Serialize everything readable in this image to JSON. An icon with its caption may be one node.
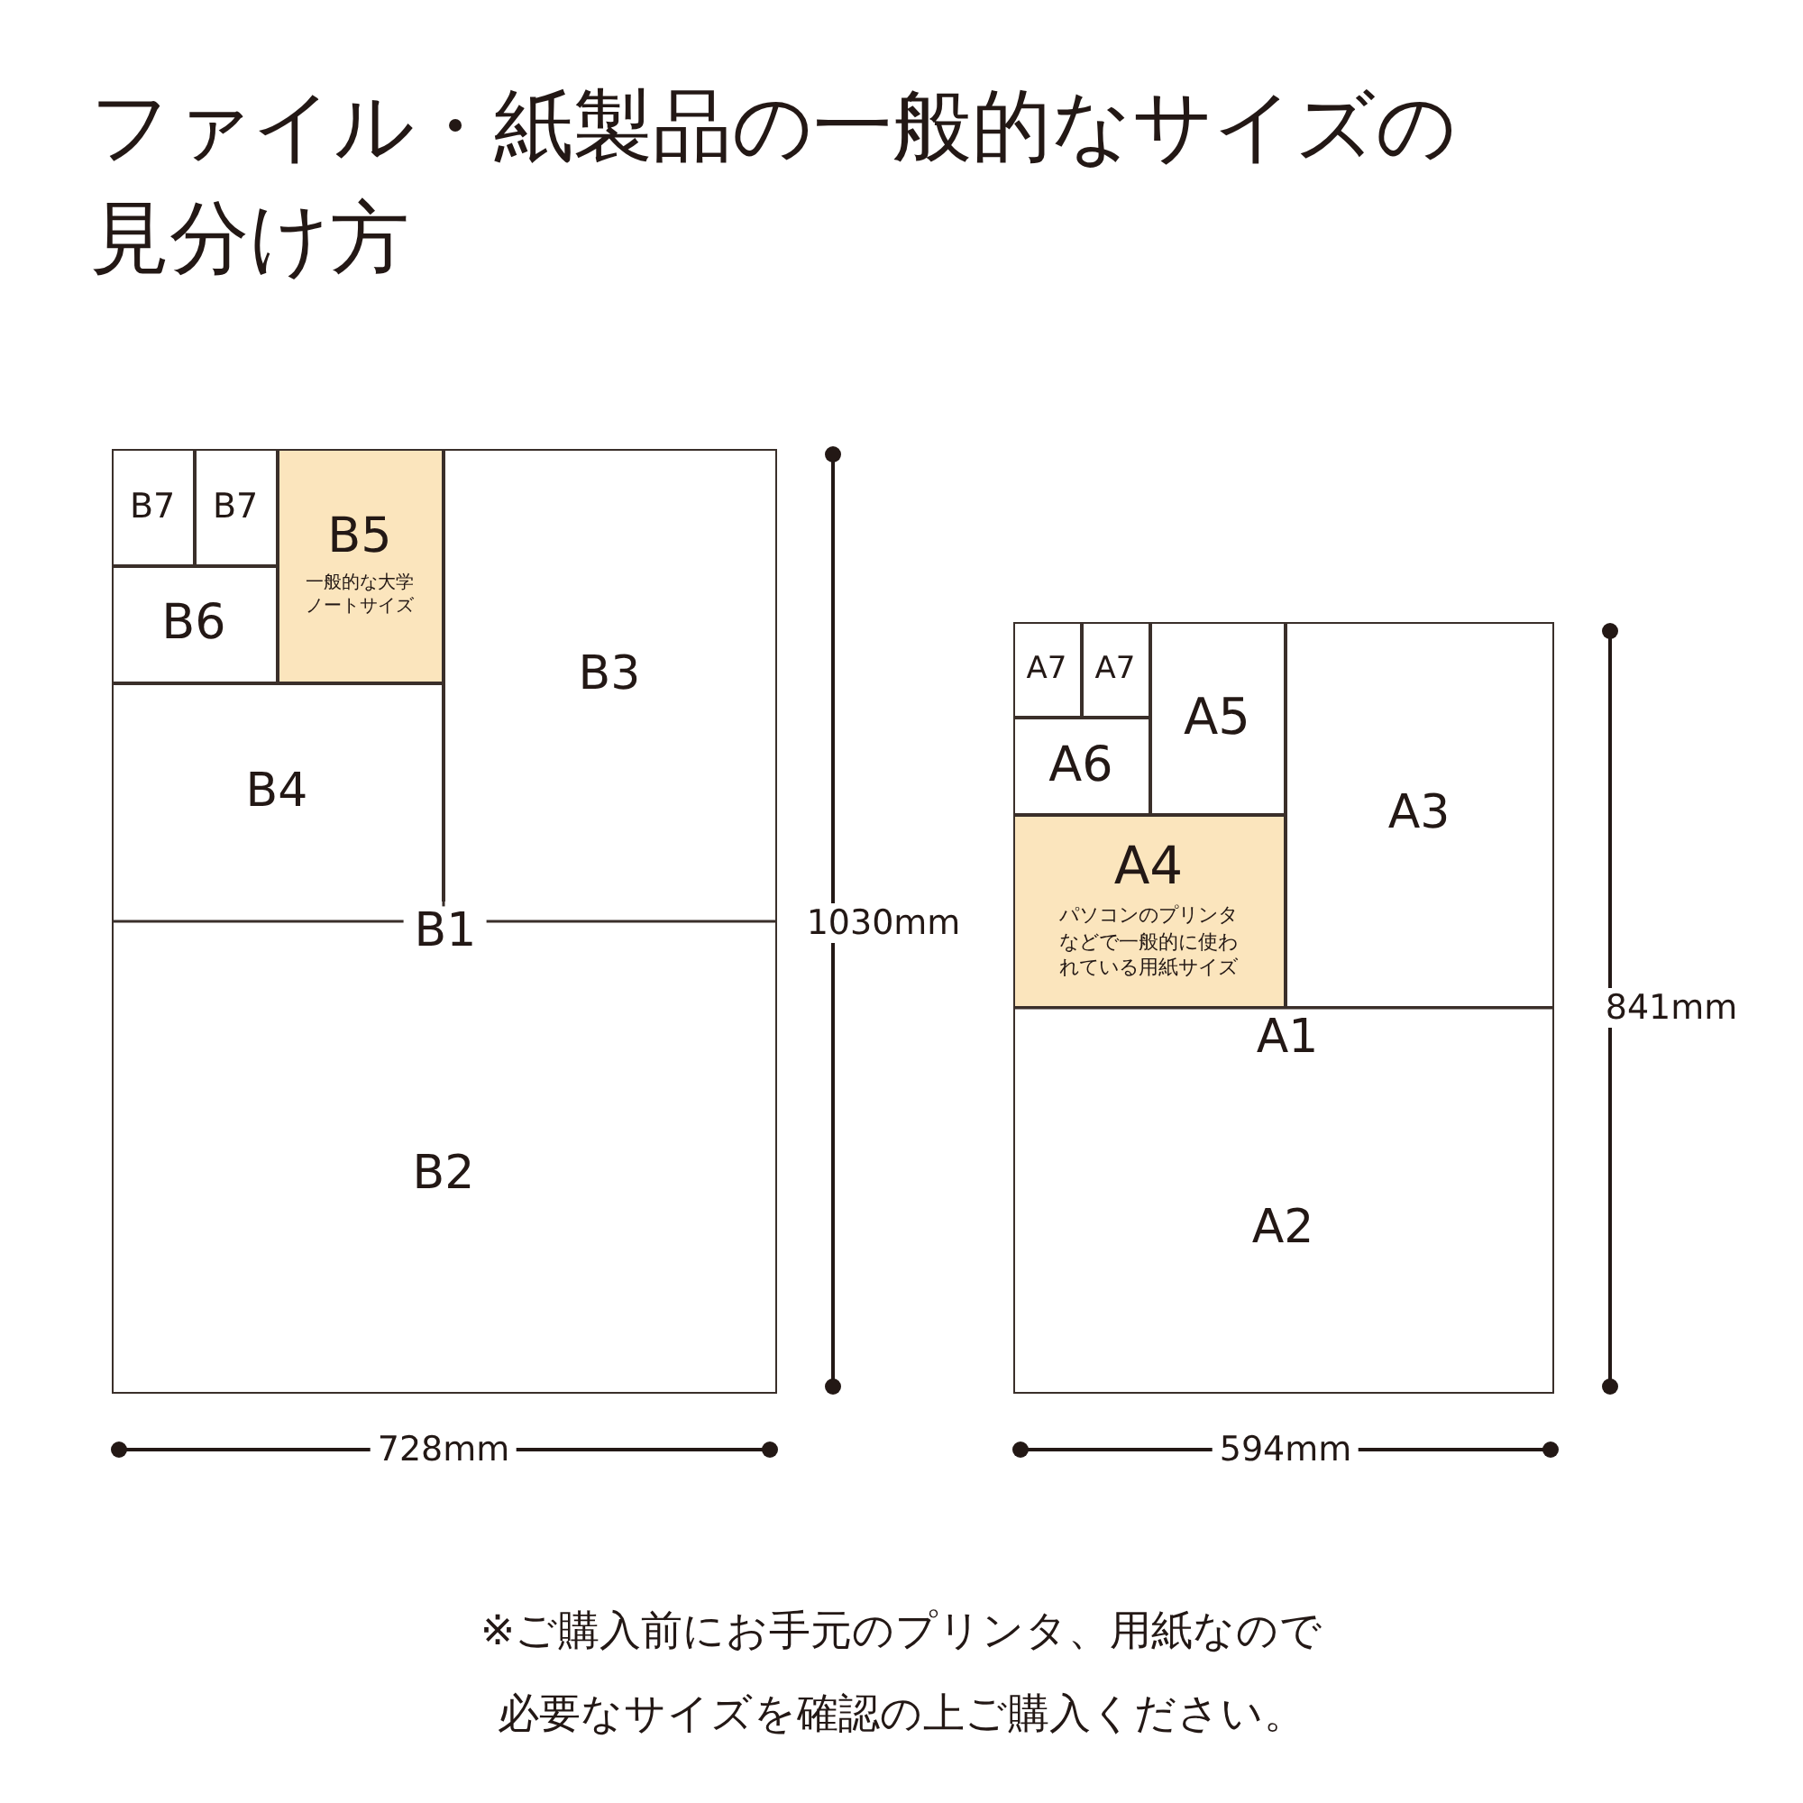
{
  "diagram": {
    "title": "ファイル・紙製品の一般的なサイズの見分け方",
    "caption": "※ご購入前にお手元のプリンタ、用紙なので必要なサイズを確認の上ご購入ください。",
    "nodes": [
      {
        "text": [
          "B1"
        ]
      },
      {
        "text": [
          "B7"
        ],
        "in": 0
      },
      {
        "text": [
          "B7"
        ],
        "in": 0
      },
      {
        "text": [
          "B5",
          "一般的な大学ノートサイズ"
        ],
        "in": 0
      },
      {
        "text": [
          "B6"
        ],
        "in": 0
      },
      {
        "text": [
          "B3"
        ],
        "in": 0
      },
      {
        "text": [
          "B4"
        ],
        "in": 0
      },
      {
        "text": [
          "B2"
        ],
        "in": 0
      },
      {
        "text": [
          "A1"
        ]
      },
      {
        "text": [
          "A7"
        ],
        "in": 8
      },
      {
        "text": [
          "A7"
        ],
        "in": 8
      },
      {
        "text": [
          "A5"
        ],
        "in": 8
      },
      {
        "text": [
          "A6"
        ],
        "in": 8
      },
      {
        "text": [
          "A3"
        ],
        "in": 8
      },
      {
        "text": [
          "A4",
          "パソコンのプリンタなどで一般的に使われている用紙サイズ"
        ],
        "in": 8
      },
      {
        "text": [
          "A2"
        ],
        "in": 8
      }
    ],
    "labels": [
      "1030mm",
      "728mm",
      "841mm",
      "594mm"
    ]
  }
}
